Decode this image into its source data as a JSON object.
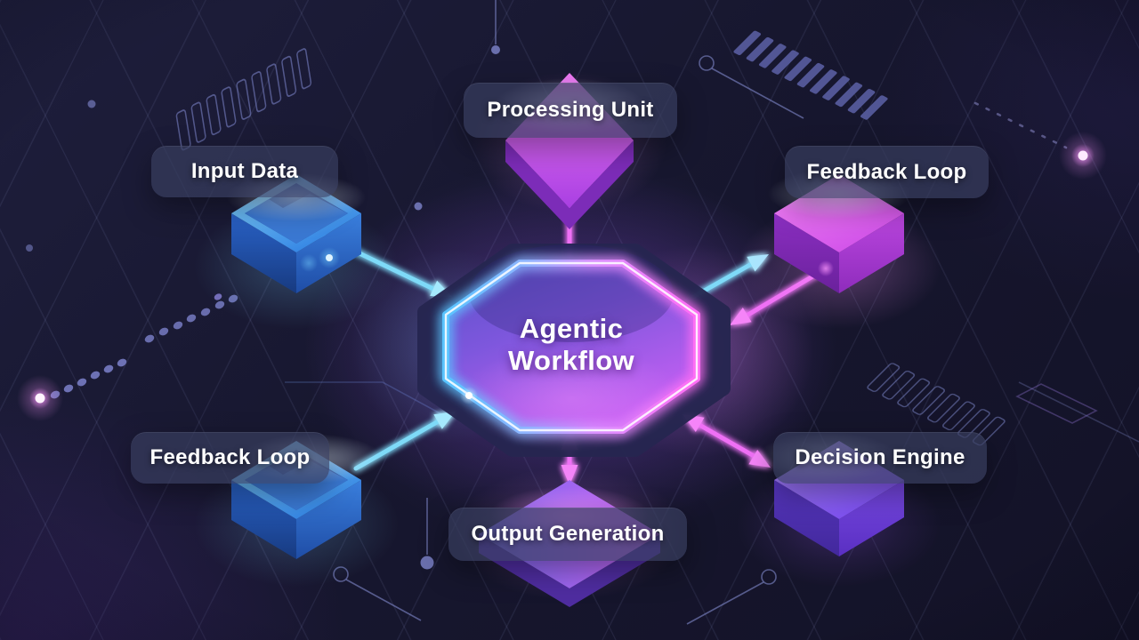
{
  "diagram": {
    "title": "Agentic Workflow",
    "center_node": {
      "label": "Agentic Workflow",
      "shape": "neon-octagon"
    },
    "nodes": [
      {
        "id": "input-data",
        "label": "Input Data",
        "position": "top-left",
        "cube_color": "blue"
      },
      {
        "id": "processing-unit",
        "label": "Processing Unit",
        "position": "top",
        "cube_color": "magenta"
      },
      {
        "id": "feedback-loop-right",
        "label": "Feedback Loop",
        "position": "top-right",
        "cube_color": "magenta"
      },
      {
        "id": "feedback-loop-left",
        "label": "Feedback Loop",
        "position": "bottom-left",
        "cube_color": "blue"
      },
      {
        "id": "output-generation",
        "label": "Output Generation",
        "position": "bottom",
        "cube_color": "purple"
      },
      {
        "id": "decision-engine",
        "label": "Decision Engine",
        "position": "bottom-right",
        "cube_color": "purple"
      }
    ],
    "connections": [
      {
        "from": "input-data",
        "to": "center",
        "color": "cyan",
        "heads": "single"
      },
      {
        "from": "center",
        "to": "processing-unit",
        "color": "magenta",
        "heads": "single"
      },
      {
        "from": "center",
        "to": "feedback-loop-right",
        "color": "cyan",
        "heads": "single"
      },
      {
        "from": "feedback-loop-right",
        "to": "center",
        "color": "magenta",
        "heads": "single"
      },
      {
        "from": "feedback-loop-left",
        "to": "center",
        "color": "cyan",
        "heads": "single"
      },
      {
        "from": "center",
        "to": "output-generation",
        "color": "magenta",
        "heads": "double"
      },
      {
        "from": "center",
        "to": "decision-engine",
        "color": "magenta",
        "heads": "double"
      }
    ],
    "colors": {
      "background": "#17172f",
      "accent_cyan": "#7edaf8",
      "accent_magenta": "#ef6ff5",
      "cube_blue": "#2e7fe2",
      "cube_magenta": "#cf4fe8",
      "cube_purple": "#7b4cf0",
      "neon_ring_left": "#59c4ff",
      "neon_ring_right": "#ff6df5",
      "label_background": "rgba(56,61,94,0.70)",
      "text": "#ffffff"
    }
  }
}
